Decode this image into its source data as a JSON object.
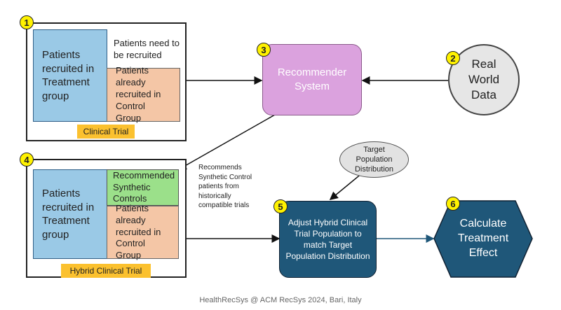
{
  "badges": [
    "1",
    "2",
    "3",
    "4",
    "5",
    "6"
  ],
  "clinical_trial": {
    "treatment": "Patients recruited in Treatment group",
    "to_recruit": "Patients need to be recruited",
    "control": "Patients already recruited in Control Group",
    "tag": "Clinical Trial"
  },
  "recommender": "Recommender System",
  "real_world_data": "Real World Data",
  "hybrid_trial": {
    "treatment": "Patients recruited in Treatment group",
    "synthetic": "Recommended Synthetic Controls",
    "control": "Patients already recruited in Control Group",
    "tag": "Hybrid Clinical Trial"
  },
  "recommends_note": "Recommends Synthetic Control patients from historically compatible trials",
  "target_distribution": "Target Population Distribution",
  "adjust": "Adjust Hybrid Clinical Trial Population to match Target Population Distribution",
  "calculate": "Calculate Treatment Effect",
  "footer": "HealthRecSys @ ACM RecSys 2024, Bari, Italy",
  "colors": {
    "recommender": "#dba2de",
    "real_world": "#e6e6e6",
    "adjust": "#1f5779",
    "calculate": "#1f5779",
    "badge": "#fff200",
    "tag": "#fbc12f"
  }
}
